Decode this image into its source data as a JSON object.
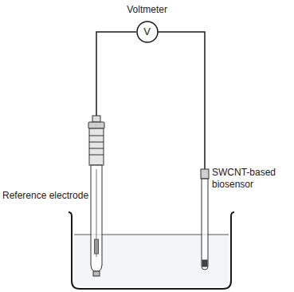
{
  "diagram": {
    "nodes": [
      {
        "text": [
          "Voltmeter",
          "V"
        ]
      }
    ],
    "labels": [
      "Reference electrode",
      "SWCNT-based biosensor"
    ]
  }
}
